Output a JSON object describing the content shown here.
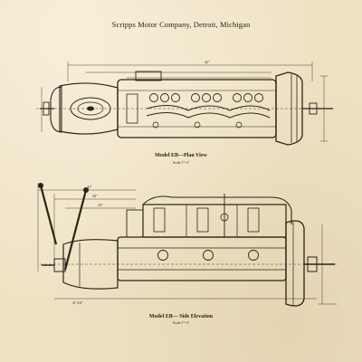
{
  "sheet": {
    "title": "Scripps Motor Company, Detroit, Michigan",
    "paper_color": "#efe2c4",
    "ink_color": "#2a2418"
  },
  "plan_view": {
    "caption": "Model EB—Plan View",
    "scale": "Scale 1\"=1'",
    "dimensions": [
      "42\""
    ]
  },
  "side_elevation": {
    "caption": "Model EB— Side Elevation",
    "scale": "Scale 1\"=1'",
    "dimensions": [
      "32\"",
      "34\"",
      "24\"",
      "47 3/4\""
    ]
  }
}
